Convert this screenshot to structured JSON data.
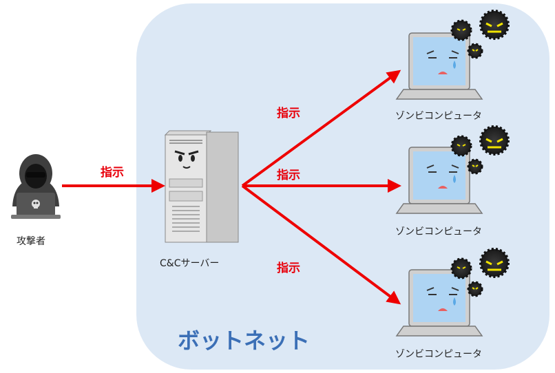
{
  "attacker": {
    "label": "攻撃者"
  },
  "server": {
    "label": "C&Cサーバー"
  },
  "botnet": {
    "title": "ボットネット"
  },
  "instructions": {
    "attacker_to_server": "指示",
    "to_zombie_1": "指示",
    "to_zombie_2": "指示",
    "to_zombie_3": "指示"
  },
  "zombies": [
    {
      "label": "ゾンビコンピュータ"
    },
    {
      "label": "ゾンビコンピュータ"
    },
    {
      "label": "ゾンビコンピュータ"
    }
  ],
  "colors": {
    "arrow": "#ee0000",
    "instruction_text": "#e8000b",
    "botnet_bg": "#dce8f5",
    "botnet_title": "#3b6fb6",
    "screen": "#aed4f3",
    "virus": "#2c2c2c",
    "virus_eye": "#f2e400"
  }
}
